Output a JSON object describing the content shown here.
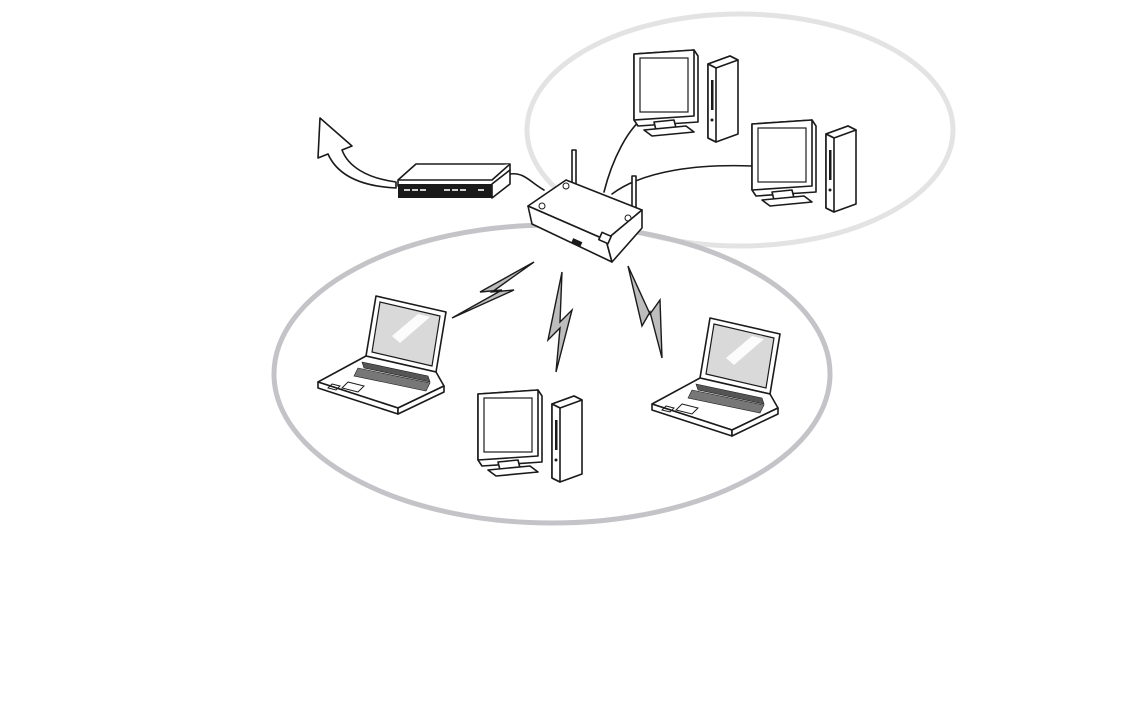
{
  "diagram": {
    "nodes": [
      {
        "id": "internet-arrow",
        "icon": "arrow-icon"
      },
      {
        "id": "modem",
        "icon": "modem-icon"
      },
      {
        "id": "access-point",
        "icon": "wireless-router-icon"
      },
      {
        "id": "wired-desktop-1",
        "icon": "desktop-computer-icon",
        "group": "wired"
      },
      {
        "id": "wired-desktop-2",
        "icon": "desktop-computer-icon",
        "group": "wired"
      },
      {
        "id": "wireless-laptop-1",
        "icon": "laptop-icon",
        "group": "wireless"
      },
      {
        "id": "wireless-desktop",
        "icon": "desktop-computer-icon",
        "group": "wireless"
      },
      {
        "id": "wireless-laptop-2",
        "icon": "laptop-icon",
        "group": "wireless"
      }
    ],
    "edges": [
      {
        "from": "modem",
        "to": "internet-arrow",
        "kind": "uplink"
      },
      {
        "from": "modem",
        "to": "access-point",
        "kind": "cable"
      },
      {
        "from": "access-point",
        "to": "wired-desktop-1",
        "kind": "cable"
      },
      {
        "from": "access-point",
        "to": "wired-desktop-2",
        "kind": "cable"
      },
      {
        "from": "access-point",
        "to": "wireless-laptop-1",
        "kind": "wireless"
      },
      {
        "from": "access-point",
        "to": "wireless-desktop",
        "kind": "wireless"
      },
      {
        "from": "access-point",
        "to": "wireless-laptop-2",
        "kind": "wireless"
      }
    ],
    "colors": {
      "wired_group_ring": "#e3e3e3",
      "wireless_group_ring": "#c4c4c8",
      "line": "#1a1a1a",
      "bolt_fill": "#bdbdbd",
      "laptop_screen": "#d9d9d9"
    }
  }
}
